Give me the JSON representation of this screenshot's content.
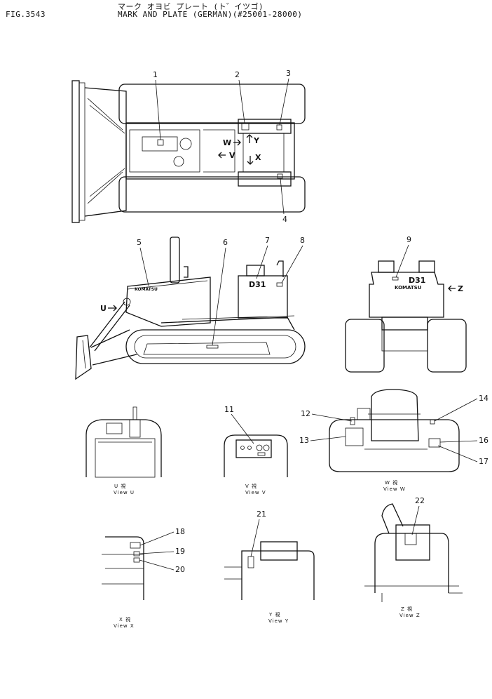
{
  "header": {
    "fig": "FIG.3543",
    "title_jp": "マーク オヨビ プレート (ト゛イツゴ)",
    "title_en": "MARK AND PLATE (GERMAN)(#25001-28000)"
  },
  "callouts": [
    "1",
    "2",
    "3",
    "4",
    "5",
    "6",
    "7",
    "8",
    "9",
    "11",
    "12",
    "13",
    "14",
    "16",
    "17",
    "18",
    "19",
    "20",
    "21",
    "22"
  ],
  "arrows": {
    "w": "W",
    "v": "V",
    "y": "Y",
    "x": "X",
    "u": "U",
    "z": "Z"
  },
  "labels": {
    "model": "D31",
    "brand": "KOMATSU"
  },
  "views": {
    "u": {
      "jp": "U  視",
      "en": "View  U"
    },
    "v": {
      "jp": "V  視",
      "en": "View  V"
    },
    "w": {
      "jp": "W  視",
      "en": "View  W"
    },
    "x": {
      "jp": "X  視",
      "en": "View  X"
    },
    "y": {
      "jp": "Y  視",
      "en": "View  Y"
    },
    "z": {
      "jp": "Z  視",
      "en": "View  Z"
    }
  }
}
